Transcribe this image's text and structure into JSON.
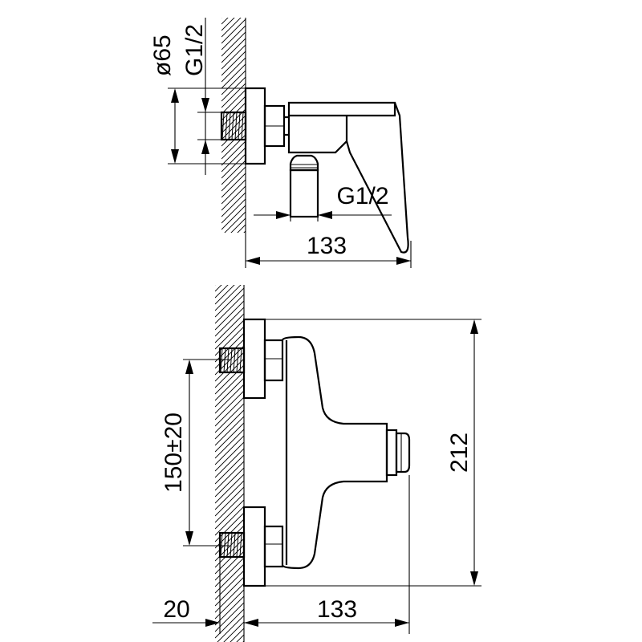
{
  "drawing": {
    "side_view": {
      "dim_diameter": "ø65",
      "dim_thread_inlet": "G1/2",
      "dim_thread_outlet": "G1/2",
      "dim_depth": "133"
    },
    "front_view": {
      "dim_center_distance": "150±20",
      "dim_height": "212",
      "dim_wall_offset": "20",
      "dim_depth": "133"
    },
    "line_color": "#000000",
    "background": "#ffffff"
  }
}
